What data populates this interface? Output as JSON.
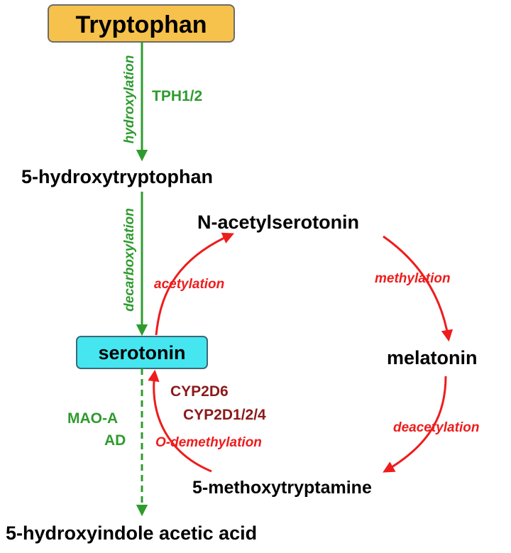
{
  "colors": {
    "green": "#2e9b2e",
    "red": "#ee1c1c",
    "darkred": "#8b1a1a",
    "tryptophan_fill": "#f7c24b",
    "serotonin_fill": "#45e6f0",
    "black": "#000000"
  },
  "nodes": {
    "tryptophan": "Tryptophan",
    "hydroxytryptophan": "5-hydroxytryptophan",
    "serotonin": "serotonin",
    "n_acetylserotonin": "N-acetylserotonin",
    "melatonin": "melatonin",
    "methoxytryptamine": "5-methoxytryptamine",
    "hiaa": "5-hydroxyindole acetic acid"
  },
  "reactions": {
    "hydroxylation": "hydroxylation",
    "decarboxylation": "decarboxylation",
    "acetylation": "acetylation",
    "methylation": "methylation",
    "deacetylation": "deacetylation",
    "o_demethylation": "O-demethylation"
  },
  "enzymes": {
    "tph": "TPH1/2",
    "mao_a": "MAO-A",
    "ad": "AD",
    "cyp2d6": "CYP2D6",
    "cyp2d124": "CYP2D1/2/4"
  }
}
